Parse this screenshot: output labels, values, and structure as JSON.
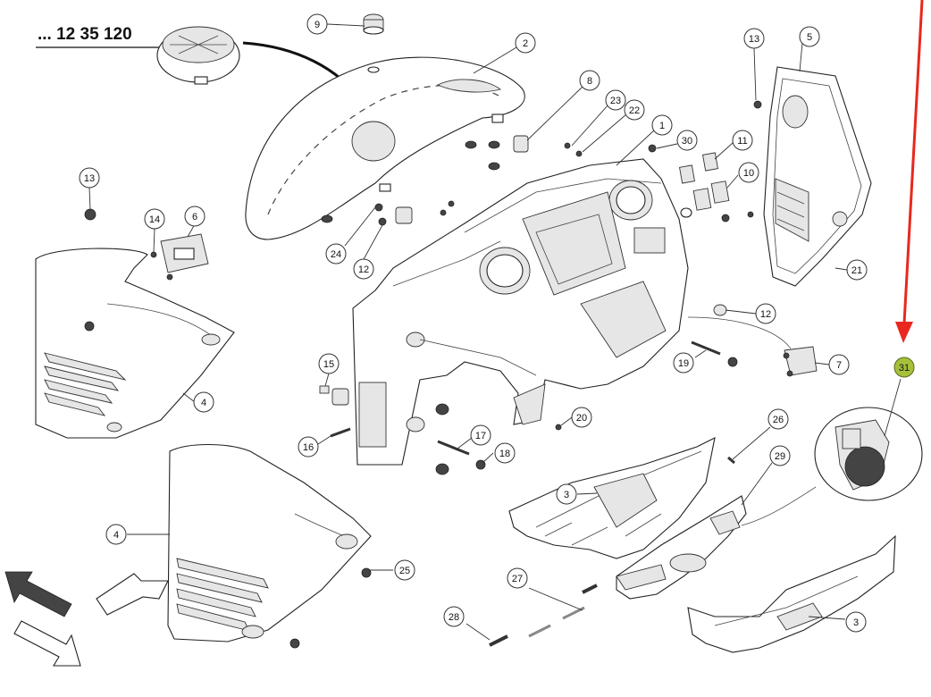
{
  "header": {
    "reference_code": "... 12 35 120"
  },
  "callouts": [
    {
      "id": "c9",
      "label": "9"
    },
    {
      "id": "c2",
      "label": "2"
    },
    {
      "id": "c8",
      "label": "8"
    },
    {
      "id": "c23",
      "label": "23"
    },
    {
      "id": "c22",
      "label": "22"
    },
    {
      "id": "c1",
      "label": "1"
    },
    {
      "id": "c30",
      "label": "30"
    },
    {
      "id": "c13a",
      "label": "13"
    },
    {
      "id": "c5",
      "label": "5"
    },
    {
      "id": "c11",
      "label": "11"
    },
    {
      "id": "c10",
      "label": "10"
    },
    {
      "id": "c21",
      "label": "21"
    },
    {
      "id": "c13b",
      "label": "13"
    },
    {
      "id": "c14",
      "label": "14"
    },
    {
      "id": "c6",
      "label": "6"
    },
    {
      "id": "c24",
      "label": "24"
    },
    {
      "id": "c12a",
      "label": "12"
    },
    {
      "id": "c12b",
      "label": "12"
    },
    {
      "id": "c7",
      "label": "7"
    },
    {
      "id": "c19",
      "label": "19"
    },
    {
      "id": "c31",
      "label": "31"
    },
    {
      "id": "c4a",
      "label": "4"
    },
    {
      "id": "c15",
      "label": "15"
    },
    {
      "id": "c16",
      "label": "16"
    },
    {
      "id": "c17",
      "label": "17"
    },
    {
      "id": "c18",
      "label": "18"
    },
    {
      "id": "c20",
      "label": "20"
    },
    {
      "id": "c26",
      "label": "26"
    },
    {
      "id": "c29",
      "label": "29"
    },
    {
      "id": "c3a",
      "label": "3"
    },
    {
      "id": "c4b",
      "label": "4"
    },
    {
      "id": "c25",
      "label": "25"
    },
    {
      "id": "c27",
      "label": "27"
    },
    {
      "id": "c28",
      "label": "28"
    },
    {
      "id": "c3b",
      "label": "3"
    }
  ],
  "highlight": {
    "callout_id": "c31",
    "color": "#a6c03a",
    "arrow_color": "#e8281e"
  }
}
